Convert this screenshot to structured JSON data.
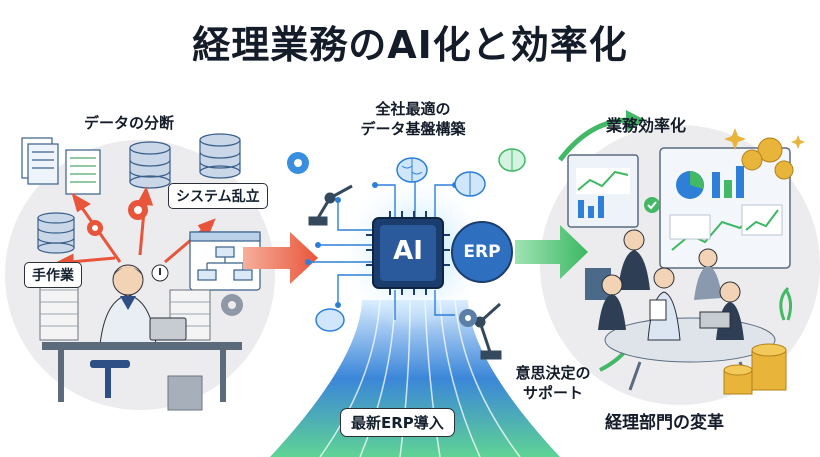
{
  "title": "経理業務のAI化と効率化",
  "left": {
    "heading": "データの分断",
    "tag_systems": "システム乱立",
    "tag_manual": "手作業"
  },
  "middle": {
    "heading_line1": "全社最適の",
    "heading_line2": "データ基盤構築",
    "chip_ai": "AI",
    "chip_erp": "ERP",
    "banner": "最新ERP導入"
  },
  "right": {
    "heading": "業務効率化",
    "decision_line1": "意思決定の",
    "decision_line2": "サポート",
    "footer": "経理部門の変革"
  },
  "colors": {
    "arrow_red": "#e8553a",
    "arrow_green": "#43b866",
    "circuit_blue": "#2e7fd8",
    "circuit_green": "#5ecf8c",
    "chip_dark": "#1b3d6e",
    "coin_gold": "#e8b43a"
  },
  "icons": [
    "database-icon",
    "document-icon",
    "gear-icon",
    "warning-icon",
    "brain-icon",
    "robot-arm-icon",
    "chart-icon",
    "coin-icon",
    "sparkle-icon",
    "check-icon"
  ]
}
